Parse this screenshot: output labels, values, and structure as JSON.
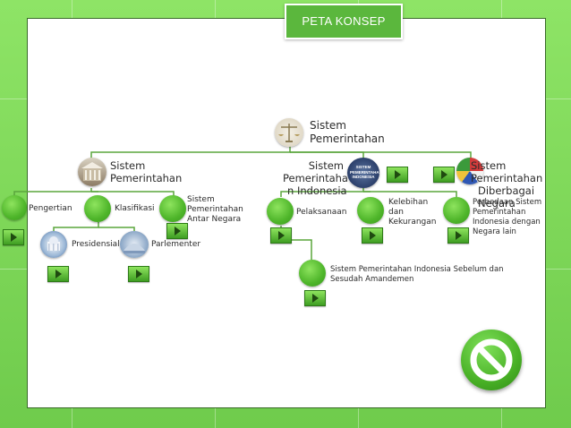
{
  "header": {
    "title": "PETA KONSEP"
  },
  "root": {
    "label_line1": "Sistem",
    "label_line2": "Pemerintahan"
  },
  "left": {
    "label_line1": "Sistem",
    "label_line2": "Pemerintahan",
    "children": {
      "pengertian": "Pengertian",
      "klasifikasi": "Klasifikasi",
      "antar_line1": "Sistem",
      "antar_line2": "Pemerintahan",
      "antar_line3": "Antar Negara",
      "presidensial": "Presidensial",
      "parlementer": "Parlementer"
    }
  },
  "middle": {
    "label_line1": "Sistem",
    "label_line2": "Pemerintaha",
    "label_line3": "n Indonesia",
    "badge_line1": "SISTEM",
    "badge_line2": "PEMERINTAHAN",
    "badge_line3": "INDONESIA",
    "children": {
      "pelaksanaan": "Pelaksanaan",
      "kelebihan_line1": "Kelebihan",
      "kelebihan_line2": "dan",
      "kelebihan_line3": "Kekurangan",
      "perbedaan_line1": "Perbedaan Sistem",
      "perbedaan_line2": "Pemerintahan",
      "perbedaan_line3": "Indonesia dengan",
      "perbedaan_line4": "Negara lain",
      "sebelum_line1": "Sistem Pemerintahan Indonesia Sebelum dan",
      "sebelum_line2": "Sesudah Amandemen"
    }
  },
  "right": {
    "label_line1": "Sistem Pemerintahan",
    "label_line2": "Diberbagai Negara"
  },
  "colors": {
    "accent": "#5bb73d",
    "node": "#4eb52a",
    "line": "#5aa53c"
  },
  "icons": [
    "play-icon",
    "scales-icon",
    "building-icon",
    "flags-icon",
    "stop-icon"
  ]
}
